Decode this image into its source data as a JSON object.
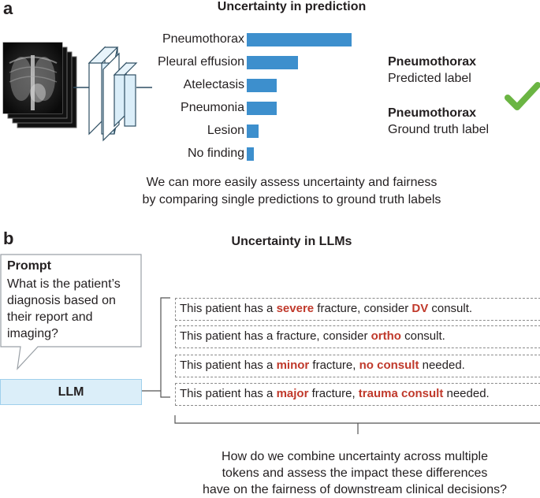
{
  "panel_a": {
    "letter": "a",
    "title": "Uncertainty in prediction",
    "chart_data": {
      "type": "bar",
      "orientation": "horizontal",
      "categories": [
        "Pneumothorax",
        "Pleural effusion",
        "Atelectasis",
        "Pneumonia",
        "Lesion",
        "No finding"
      ],
      "values": [
        0.45,
        0.22,
        0.13,
        0.13,
        0.05,
        0.03
      ],
      "color": "#3d8fcd"
    },
    "predicted": {
      "label": "Pneumothorax",
      "caption": "Predicted label"
    },
    "ground_truth": {
      "label": "Pneumothorax",
      "caption": "Ground truth label"
    },
    "check_icon": "check-mark-icon",
    "check_color": "#6bb543",
    "caption_line1": "We can more easily assess uncertainty and fairness",
    "caption_line2": "by comparing single predictions to ground truth labels"
  },
  "panel_b": {
    "letter": "b",
    "title": "Uncertainty in LLMs",
    "prompt_title": "Prompt",
    "prompt_lines": [
      "What is the patient’s",
      "diagnosis based on",
      "their report and",
      "imaging?"
    ],
    "llm_label": "LLM",
    "responses": [
      {
        "p1": "This patient has a ",
        "h1": "severe",
        "p2": " fracture, consider ",
        "h2": "DV",
        "p3": " consult."
      },
      {
        "p1": "This patient has a fracture, consider ",
        "h1": "ortho",
        "p2": " consult.",
        "h2": "",
        "p3": ""
      },
      {
        "p1": "This patient has a ",
        "h1": "minor",
        "p2": " fracture, ",
        "h2": "no consult",
        "p3": " needed."
      },
      {
        "p1": "This patient has a ",
        "h1": "major",
        "p2": " fracture, ",
        "h2": "trauma consult",
        "p3": " needed."
      }
    ],
    "highlight_color": "#c0392b",
    "caption_lines": [
      "How do we combine uncertainty across multiple",
      "tokens and assess the impact these differences",
      "have on the fairness of downstream clinical decisions?"
    ]
  }
}
